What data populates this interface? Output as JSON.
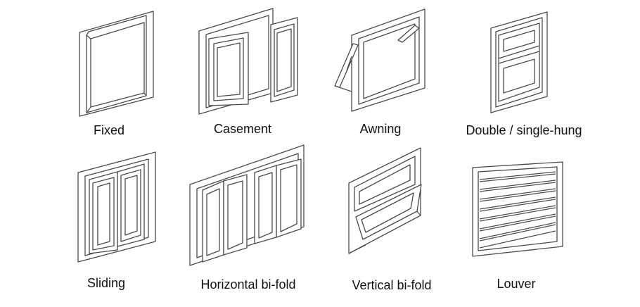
{
  "windows": [
    {
      "label": "Fixed"
    },
    {
      "label": "Casement"
    },
    {
      "label": "Awning"
    },
    {
      "label": "Double / single-hung"
    },
    {
      "label": "Sliding"
    },
    {
      "label": "Horizontal bi-fold"
    },
    {
      "label": "Vertical bi-fold"
    },
    {
      "label": "Louver"
    }
  ],
  "colors": {
    "line": "#4a4a4a",
    "text": "#111111",
    "background": "#ffffff"
  }
}
